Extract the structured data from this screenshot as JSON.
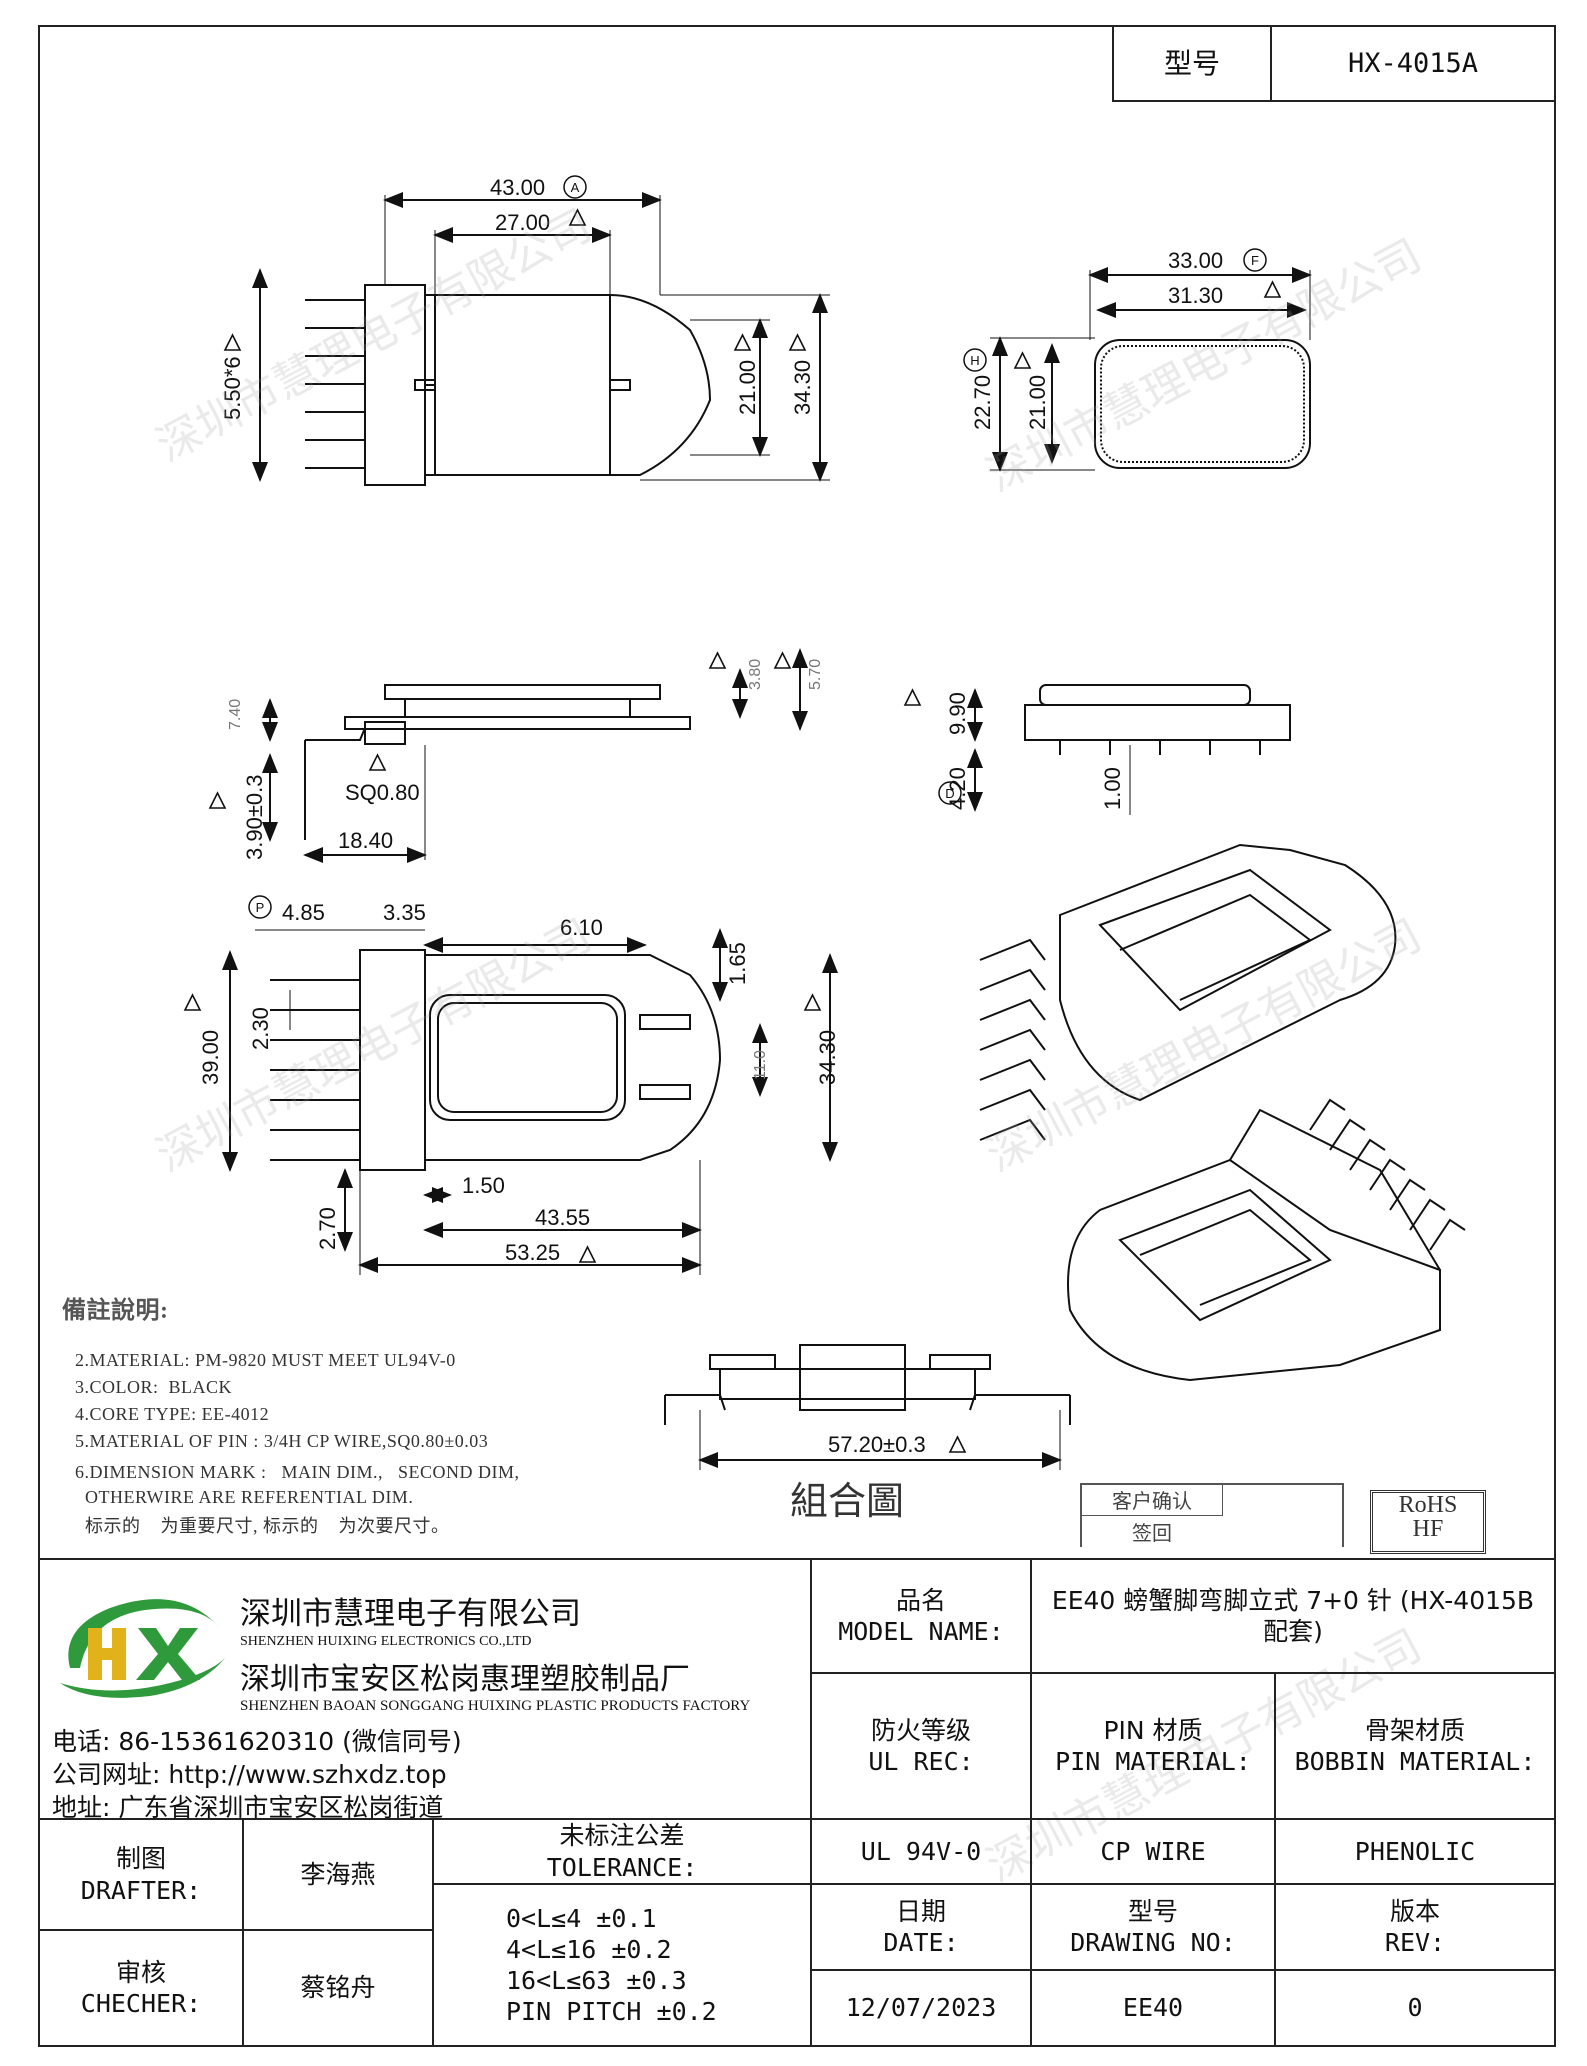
{
  "header": {
    "model_label": "型号",
    "model_value": "HX-4015A"
  },
  "dimensions": {
    "top_view": {
      "d1": "43.00",
      "d2": "27.00",
      "d3": "5.50*6",
      "d4": "21.00",
      "d5": "34.30",
      "m1": "A"
    },
    "end_view": {
      "d1": "33.00",
      "d2": "31.30",
      "d3": "22.70",
      "d4": "21.00",
      "m1": "F",
      "m2": "H"
    },
    "side_view": {
      "d1": "7.40",
      "d2": "3.80",
      "d3": "5.70",
      "d4": "SQ0.80",
      "d5": "3.90±0.3",
      "d6": "18.40"
    },
    "end_side_view": {
      "d1": "9.90",
      "d2": "4.20",
      "d3": "1.00",
      "m1": "D"
    },
    "bottom_view": {
      "d1": "4.85",
      "d2": "3.35",
      "d3": "6.10",
      "d4": "1.65",
      "d5": "39.00",
      "d6": "2.30",
      "d7": "11.0",
      "d8": "34.30",
      "d9": "1.50",
      "d10": "43.55",
      "d11": "2.70",
      "d12": "53.25",
      "m1": "P"
    },
    "assembly": {
      "d1": "57.20±0.3",
      "label": "組合圖"
    }
  },
  "notes": {
    "title": "備註說明:",
    "lines": [
      "2.MATERIAL: PM-9820 MUST MEET UL94V-0",
      "3.COLOR:  BLACK",
      "4.CORE TYPE: EE-4012",
      "5.MATERIAL OF PIN : 3/4H CP WIRE,SQ0.80±0.03",
      "6.DIMENSION MARK :   MAIN DIM.,   SECOND DIM,",
      "  OTHERWIRE ARE REFERENTIAL DIM.",
      "  标示的    为重要尺寸, 标示的    为次要尺寸。"
    ]
  },
  "approval": {
    "line1": "客户确认",
    "line2": "签回"
  },
  "rohs": {
    "line1": "RoHS",
    "line2": "HF"
  },
  "company": {
    "logo_text": "HX",
    "name_cn": "深圳市慧理电子有限公司",
    "name_en": "SHENZHEN HUIXING ELECTRONICS CO.,LTD",
    "factory_cn": "深圳市宝安区松岗惠理塑胶制品厂",
    "factory_en": "SHENZHEN BAOAN SONGGANG HUIXING PLASTIC PRODUCTS FACTORY",
    "phone": "电话: 86-15361620310 (微信同号)",
    "website": "公司网址: http://www.szhxdz.top",
    "address": "地址: 广东省深圳市宝安区松岗街道"
  },
  "title_block": {
    "model_name_cn": "品名",
    "model_name_en": "MODEL NAME:",
    "model_name_value": "EE40 螃蟹脚弯脚立式 7+0 针 (HX-4015B 配套)",
    "ul_cn": "防火等级",
    "ul_en": "UL REC:",
    "pin_cn": "PIN 材质",
    "pin_en": "PIN MATERIAL:",
    "bobbin_cn": "骨架材质",
    "bobbin_en": "BOBBIN MATERIAL:",
    "ul_value": "UL 94V-0",
    "pin_value": "CP WIRE",
    "bobbin_value": "PHENOLIC",
    "date_cn": "日期",
    "date_en": "DATE:",
    "drawing_cn": "型号",
    "drawing_en": "DRAWING NO:",
    "rev_cn": "版本",
    "rev_en": "REV:",
    "date_value": "12/07/2023",
    "drawing_value": "EE40",
    "rev_value": "0",
    "drafter_cn": "制图",
    "drafter_en": "DRAFTER:",
    "drafter_value": "李海燕",
    "checker_cn": "审核",
    "checker_en": "CHECHER:",
    "checker_value": "蔡铭舟",
    "tolerance_cn": "未标注公差",
    "tolerance_en": "TOLERANCE:",
    "tolerance_lines": [
      "0<L≤4   ±0.1",
      "4<L≤16  ±0.2",
      "16<L≤63 ±0.3",
      "PIN PITCH ±0.2"
    ]
  },
  "watermark": "深圳市慧理电子有限公司",
  "colors": {
    "logo_green": "#2e9a3c",
    "logo_yellow": "#e2b21a",
    "line": "#222222"
  }
}
